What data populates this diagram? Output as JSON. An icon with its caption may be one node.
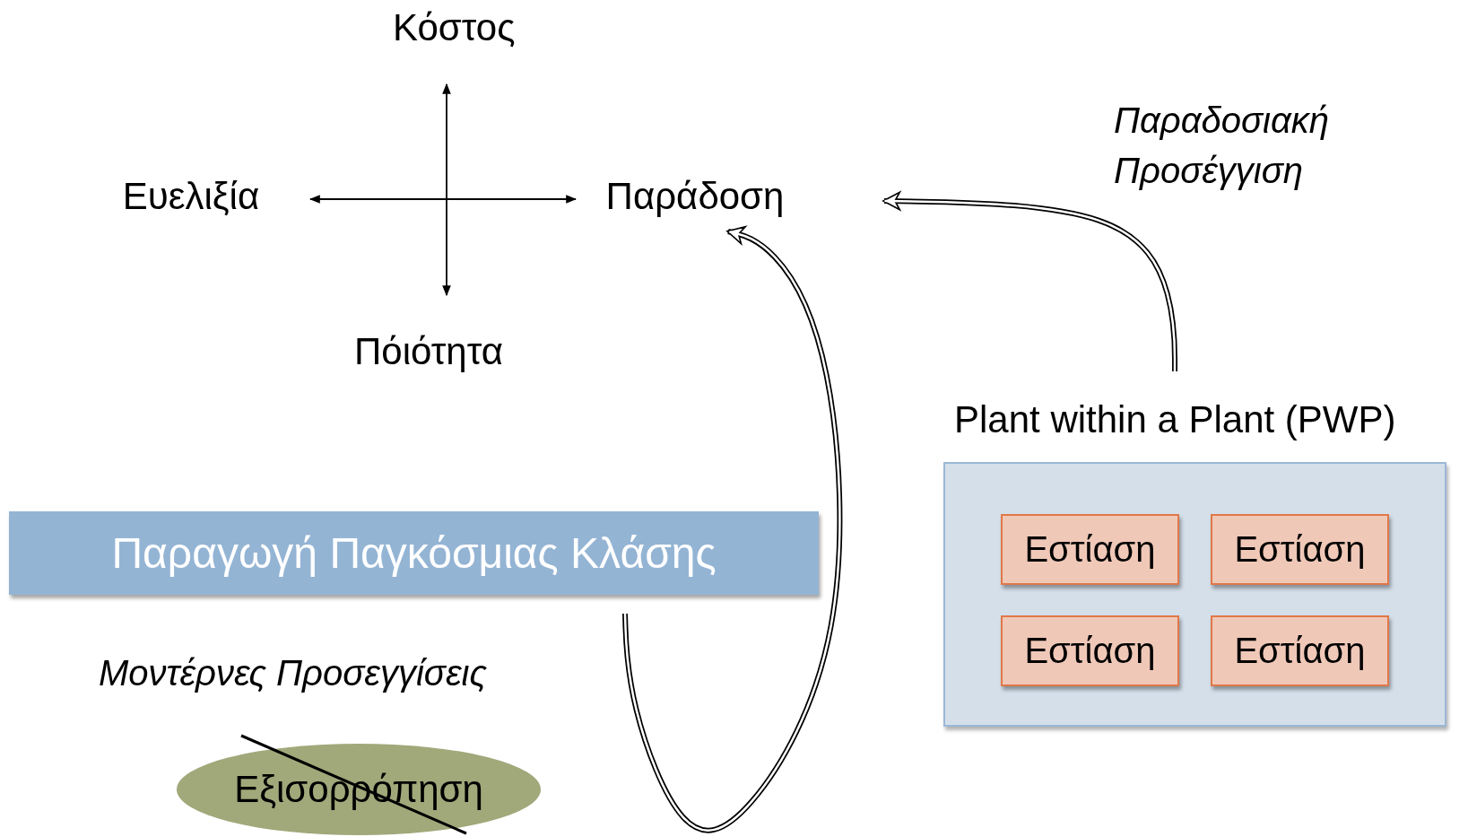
{
  "diagram": {
    "nodes": [
      {
        "text": [
          "Κόστος"
        ]
      },
      {
        "text": [
          "Ευελιξία"
        ]
      },
      {
        "text": [
          "Παράδοση"
        ]
      },
      {
        "text": [
          "Πόιότητα"
        ]
      },
      {
        "text": [
          "Παραγωγή Παγκόσμιας Κλάσης"
        ]
      },
      {
        "text": [
          "Εξισορρόπηση"
        ]
      },
      {
        "text": [
          "Plant within a Plant (PWP)"
        ]
      },
      {
        "text": [
          "Εστίαση"
        ],
        "in": 6
      },
      {
        "text": [
          "Εστίαση"
        ],
        "in": 6
      },
      {
        "text": [
          "Εστίαση"
        ],
        "in": 6
      },
      {
        "text": [
          "Εστίαση"
        ],
        "in": 6
      }
    ],
    "edges": [
      {
        "from": 0,
        "to": 3,
        "arrow": "both"
      },
      {
        "from": 1,
        "to": 2,
        "arrow": "both"
      },
      {
        "from": 6,
        "to": 2,
        "arrow": "to",
        "style": "thick"
      },
      {
        "from": 4,
        "to": 2,
        "arrow": "to",
        "style": "thick"
      }
    ],
    "labels": [
      "Παραδοσιακή Προσέγγιση",
      "Μοντέρνες Προσεγγίσεις"
    ]
  }
}
